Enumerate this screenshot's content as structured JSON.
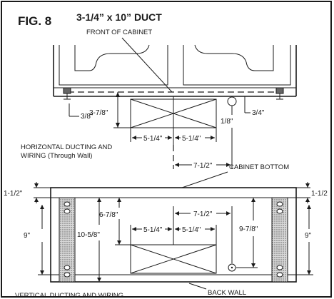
{
  "figure": {
    "fig_label": "FIG. 8",
    "title": "3-1/4” x 10” DUCT",
    "front_label": "FRONT OF CABINET",
    "horizontal_caption_line1": "HORIZONTAL DUCTING AND",
    "horizontal_caption_line2": "WIRING (Through Wall)",
    "cabinet_bottom_label": "CABINET BOTTOM",
    "back_wall_label": "BACK WALL",
    "vertical_caption": "VERTICAL DUCTING AND WIRING"
  },
  "dims": {
    "h_3_8": "3/8\"",
    "h_3_7_8": "3-7/8\"",
    "h_1_8": "1/8\"",
    "h_3_4": "3/4\"",
    "h_5_1_4_a": "5-1/4\"",
    "h_5_1_4_b": "5-1/4\"",
    "h_7_1_2": "7-1/2\"",
    "v_1_1_2_left": "1-1/2\"",
    "v_1_1_2_right": "1-1/2",
    "v_6_7_8": "6-7/8\"",
    "v_7_1_2": "7-1/2\"",
    "v_9_left": "9\"",
    "v_10_5_8": "10-5/8\"",
    "v_5_1_4_a": "5-1/4\"",
    "v_5_1_4_b": "5-1/4\"",
    "v_9_7_8": "9-7/8\"",
    "v_9_right": "9\""
  }
}
